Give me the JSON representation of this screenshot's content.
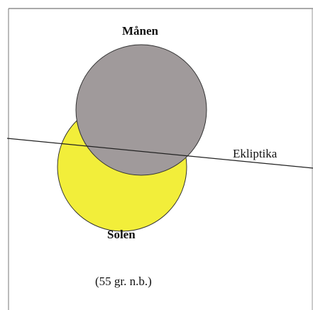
{
  "diagram": {
    "moon_label": "Månen",
    "sun_label": "Solen",
    "ecliptic_label": "Ekliptika",
    "latitude_note": "(55 gr. n.b.)"
  },
  "colors": {
    "moon_fill": "#a09a9b",
    "sun_fill": "#f2ee3a",
    "outline": "#333333",
    "background": "#ffffff"
  }
}
